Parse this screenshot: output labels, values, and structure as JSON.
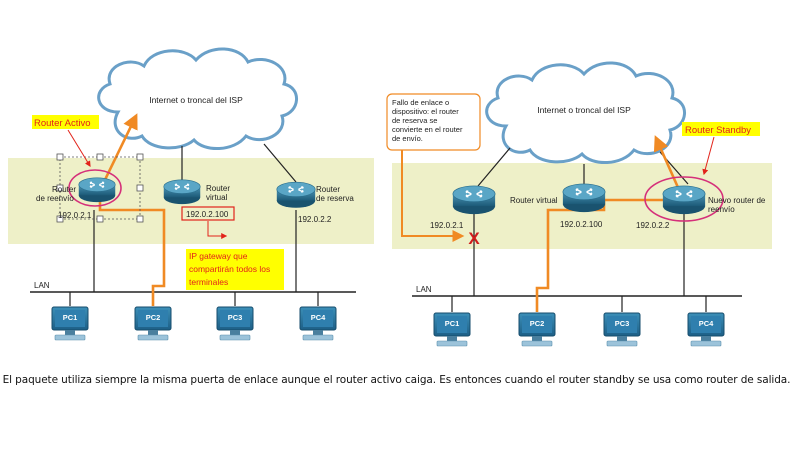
{
  "left_panel": {
    "cloud_label": "Internet o troncal del ISP",
    "active_label": "Router Activo",
    "router1_name_l1": "Router",
    "router1_name_l2": "de reenvío",
    "router1_ip": "192.0.2.1",
    "virtual_name_l1": "Router",
    "virtual_name_l2": "virtual",
    "virtual_ip": "192.0.2.100",
    "backup_name_l1": "Router",
    "backup_name_l2": "de reserva",
    "backup_ip": "192.0.2.2",
    "gateway_note_l1": "IP gateway que",
    "gateway_note_l2": "compartirán todos los",
    "gateway_note_l3": "terminales",
    "lan_label": "LAN",
    "pcs": [
      "PC1",
      "PC2",
      "PC3",
      "PC4"
    ]
  },
  "right_panel": {
    "cloud_label": "Internet o troncal del ISP",
    "callout_l1": "Fallo de enlace o",
    "callout_l2": "dispositivo: el router",
    "callout_l3": "de reserva se",
    "callout_l4": "convierte en el router",
    "callout_l5": "de envío.",
    "standby_label": "Router Standby",
    "failed_ip": "192.0.2.1",
    "failure_mark": "X",
    "virtual_name": "Router virtual",
    "virtual_ip": "192.0.2.100",
    "new_ip": "192.0.2.2",
    "new_name_l1": "Nuevo router de",
    "new_name_l2": "reenvío",
    "lan_label": "LAN",
    "pcs": [
      "PC1",
      "PC2",
      "PC3",
      "PC4"
    ]
  },
  "caption": "El paquete utiliza siempre la misma puerta de enlace aunque el router activo caiga. Es entonces cuando el router standby se usa como router de salida.",
  "colors": {
    "zone": "#eef0c8",
    "router": "#2a6f8e",
    "path": "#f08a24",
    "annotation_red": "#e2231a",
    "label_bg": "#ffff00",
    "cloud_stroke": "#6aa0c8"
  }
}
